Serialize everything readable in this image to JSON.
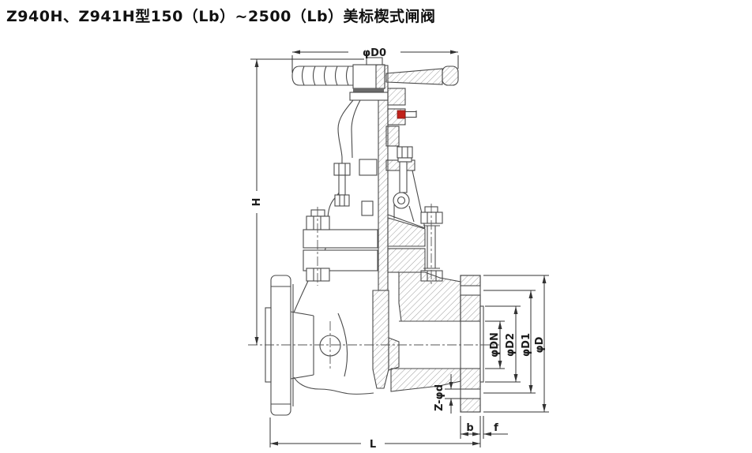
{
  "title": "Z940H、Z941H型150（Lb）~2500（Lb）美标楔式闸阀",
  "drawing": {
    "type": "technical-diagram",
    "subject": "wedge gate valve half-section drawing",
    "dimensions": {
      "d0": "φD0",
      "h": "H",
      "dn": "φDN",
      "d2": "φD2",
      "d1": "φD1",
      "d": "φD",
      "zd": "Z-φd",
      "b": "b",
      "f": "f",
      "l": "L"
    },
    "colors": {
      "line": "#4a4a4a",
      "dimension_line": "#333333",
      "grease_fitting_red": "#c0221b",
      "background": "#ffffff"
    }
  }
}
